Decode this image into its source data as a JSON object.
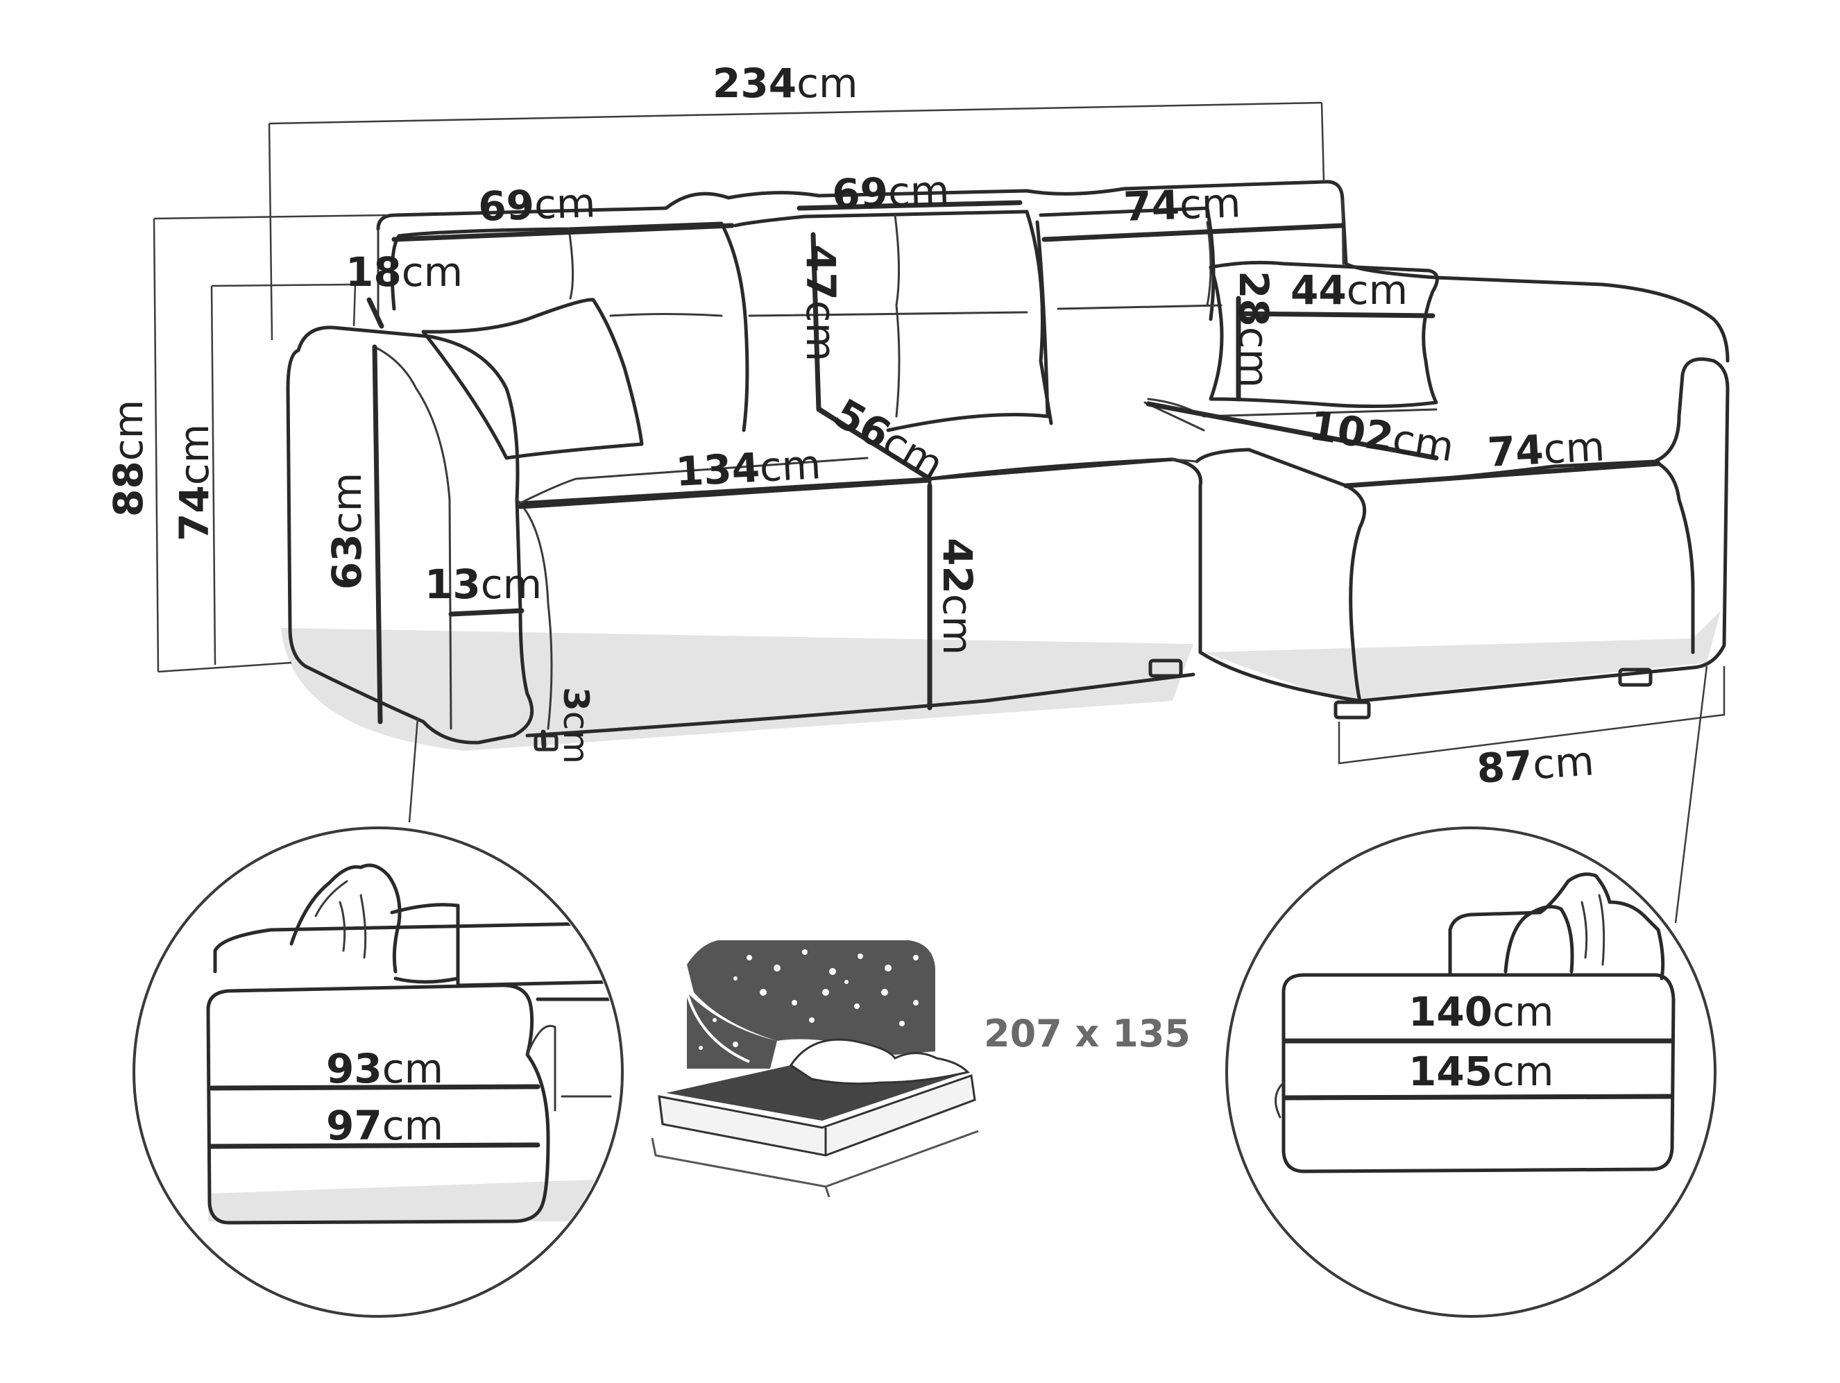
{
  "unit": "cm",
  "dimensions": {
    "total_width": "234",
    "seat_width_left": "69",
    "seat_width_mid": "69",
    "seat_width_right": "74",
    "armrest_height_offset": "18",
    "chaise_cushion_width": "44",
    "chaise_cushion_height": "28",
    "back_cushion_height": "47",
    "total_height": "88",
    "back_height": "74",
    "arm_height": "63",
    "arm_width": "13",
    "seat_length": "134",
    "seat_depth": "56",
    "seat_height": "42",
    "chaise_length": "102",
    "chaise_width": "74",
    "leg_height": "3",
    "chaise_depth": "87"
  },
  "detail_left": {
    "upper": "93",
    "lower": "97"
  },
  "detail_right": {
    "upper": "140",
    "lower": "145"
  },
  "bed": {
    "label": "207 x 135"
  }
}
